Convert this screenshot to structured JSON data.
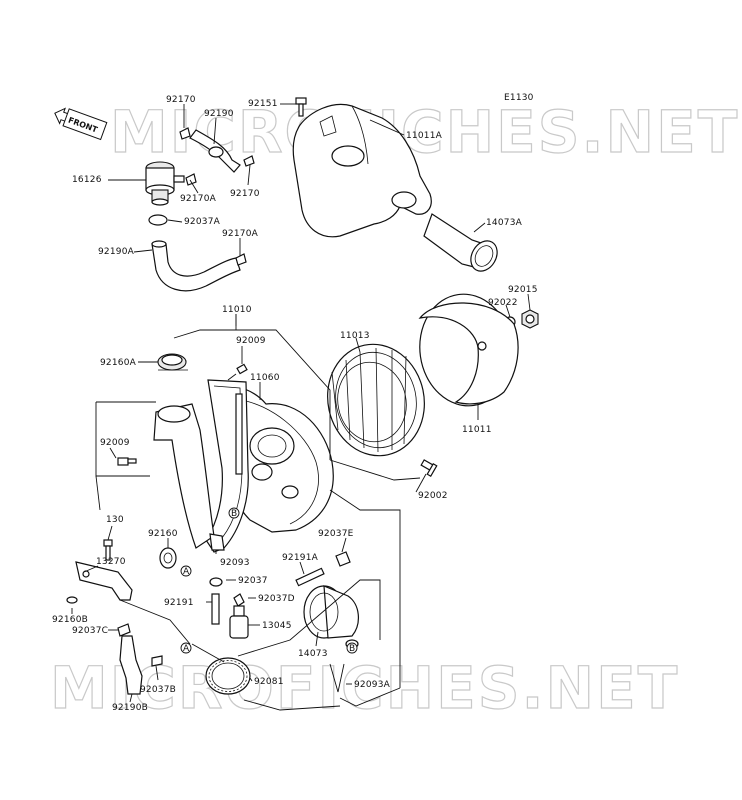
{
  "diagram": {
    "code": "E1130",
    "front_label": "FRONT",
    "watermark": "MICROFICHES.NET",
    "callouts": {
      "A": "A",
      "B": "B"
    },
    "labels": [
      {
        "id": "92170-top",
        "text": "92170"
      },
      {
        "id": "92190",
        "text": "92190"
      },
      {
        "id": "92151",
        "text": "92151"
      },
      {
        "id": "11011A",
        "text": "11011A"
      },
      {
        "id": "16126",
        "text": "16126"
      },
      {
        "id": "92170A-1",
        "text": "92170A"
      },
      {
        "id": "92170-mid",
        "text": "92170"
      },
      {
        "id": "92037A",
        "text": "92037A"
      },
      {
        "id": "92170A-2",
        "text": "92170A"
      },
      {
        "id": "92190A",
        "text": "92190A"
      },
      {
        "id": "14073A",
        "text": "14073A"
      },
      {
        "id": "92015",
        "text": "92015"
      },
      {
        "id": "92022",
        "text": "92022"
      },
      {
        "id": "11010",
        "text": "11010"
      },
      {
        "id": "11013",
        "text": "11013"
      },
      {
        "id": "92009-top",
        "text": "92009"
      },
      {
        "id": "92160A",
        "text": "92160A"
      },
      {
        "id": "11060",
        "text": "11060"
      },
      {
        "id": "11011",
        "text": "11011"
      },
      {
        "id": "92009-left",
        "text": "92009"
      },
      {
        "id": "92002",
        "text": "92002"
      },
      {
        "id": "130",
        "text": "130"
      },
      {
        "id": "92160",
        "text": "92160"
      },
      {
        "id": "92037E",
        "text": "92037E"
      },
      {
        "id": "13270",
        "text": "13270"
      },
      {
        "id": "92093",
        "text": "92093"
      },
      {
        "id": "92191A",
        "text": "92191A"
      },
      {
        "id": "92037",
        "text": "92037"
      },
      {
        "id": "92191",
        "text": "92191"
      },
      {
        "id": "92037D",
        "text": "92037D"
      },
      {
        "id": "92160B",
        "text": "92160B"
      },
      {
        "id": "13045",
        "text": "13045"
      },
      {
        "id": "92037C",
        "text": "92037C"
      },
      {
        "id": "14073",
        "text": "14073"
      },
      {
        "id": "92081",
        "text": "92081"
      },
      {
        "id": "92093A",
        "text": "92093A"
      },
      {
        "id": "92037B",
        "text": "92037B"
      },
      {
        "id": "92190B",
        "text": "92190B"
      }
    ]
  }
}
